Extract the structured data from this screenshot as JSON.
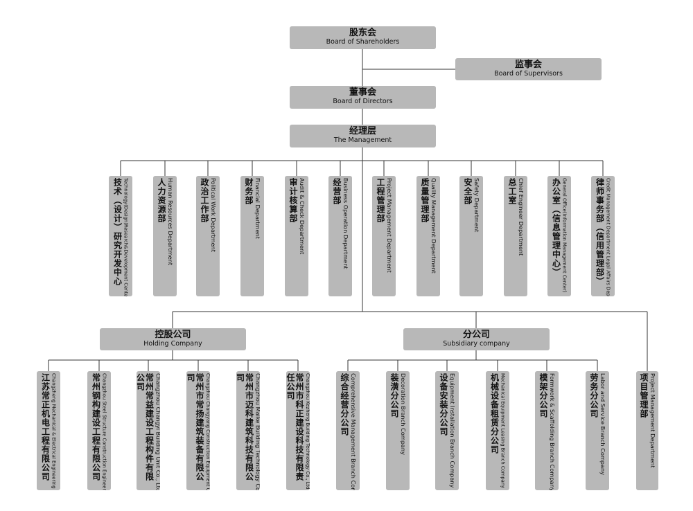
{
  "shareholders": {
    "cn": "股东会",
    "en": "Board of Shareholders"
  },
  "supervisors": {
    "cn": "监事会",
    "en": "Board of Supervisors"
  },
  "directors": {
    "cn": "董事会",
    "en": "Board of Directors"
  },
  "management": {
    "cn": "经理层",
    "en": "The Management"
  },
  "departments": [
    {
      "cn": "技术（设计）研究开发中心",
      "en": "Technology(Design)Research&Development Center"
    },
    {
      "cn": "人力资源部",
      "en": "Human Resources Department"
    },
    {
      "cn": "政治工作部",
      "en": "Political Work Department"
    },
    {
      "cn": "财务部",
      "en": "Financial Department"
    },
    {
      "cn": "审计核算部",
      "en": "Audit & Check Department"
    },
    {
      "cn": "经营部",
      "en": "Business Operation Department"
    },
    {
      "cn": "工程管理部",
      "en": "Project Management Department"
    },
    {
      "cn": "质量管理部",
      "en": "Quality Management Department"
    },
    {
      "cn": "安全部",
      "en": "Safety Department"
    },
    {
      "cn": "总工室",
      "en": "Chief Engineer Department"
    },
    {
      "cn": "办公室（信息管理中心）",
      "en": "General Office(Information Management Center)"
    },
    {
      "cn": "律师事务部（信用管理部）",
      "en": "Credit Management Department Legal Affairs Department"
    }
  ],
  "holding": {
    "cn": "控股公司",
    "en": "Holding Company",
    "companies": [
      {
        "cn": "江苏常正机电工程有限公司",
        "en": "Changzheng Mechanical & Electrical Engineering Co., Ltd."
      },
      {
        "cn": "常州钢构建设工程有限公司",
        "en": "Changzhou Steel Structure Construction Engineering Co., Ltd."
      },
      {
        "cn": "常州常益建设工程构件有限公司",
        "en": "Changzhou Changyi Building Unit Co., Ltd."
      },
      {
        "cn": "常州市常扬建筑装备有限公司",
        "en": "Changzhou Changyang Construction Equipment Co., Ltd."
      },
      {
        "cn": "常州市迈科建筑科技有限公司",
        "en": "Changzhou Maike Building Technology Co., Ltd"
      },
      {
        "cn": "常州市科正建设科技有限责任公司",
        "en": "Changzhou Kezheng Building Technology Co., Ltd"
      }
    ]
  },
  "subsidiary": {
    "cn": "分公司",
    "en": "Subsidiary company",
    "companies": [
      {
        "cn": "综合经营分公司",
        "en": "Comprehensive Management Branch Company"
      },
      {
        "cn": "装潢分公司",
        "en": "Decoration Branch Company"
      },
      {
        "cn": "设备安装分公司",
        "en": "Equipment Installation Branch Company"
      },
      {
        "cn": "机械设备租赁分公司",
        "en": "Mechanical Equipment Leasing Branch Company"
      },
      {
        "cn": "模架分公司",
        "en": "Formwork & Scaffolding Branch Company"
      },
      {
        "cn": "劳务分公司",
        "en": "Labor and Service Branch Company"
      }
    ]
  },
  "project": {
    "cn": "项目管理部",
    "en": "Project Management Department"
  }
}
